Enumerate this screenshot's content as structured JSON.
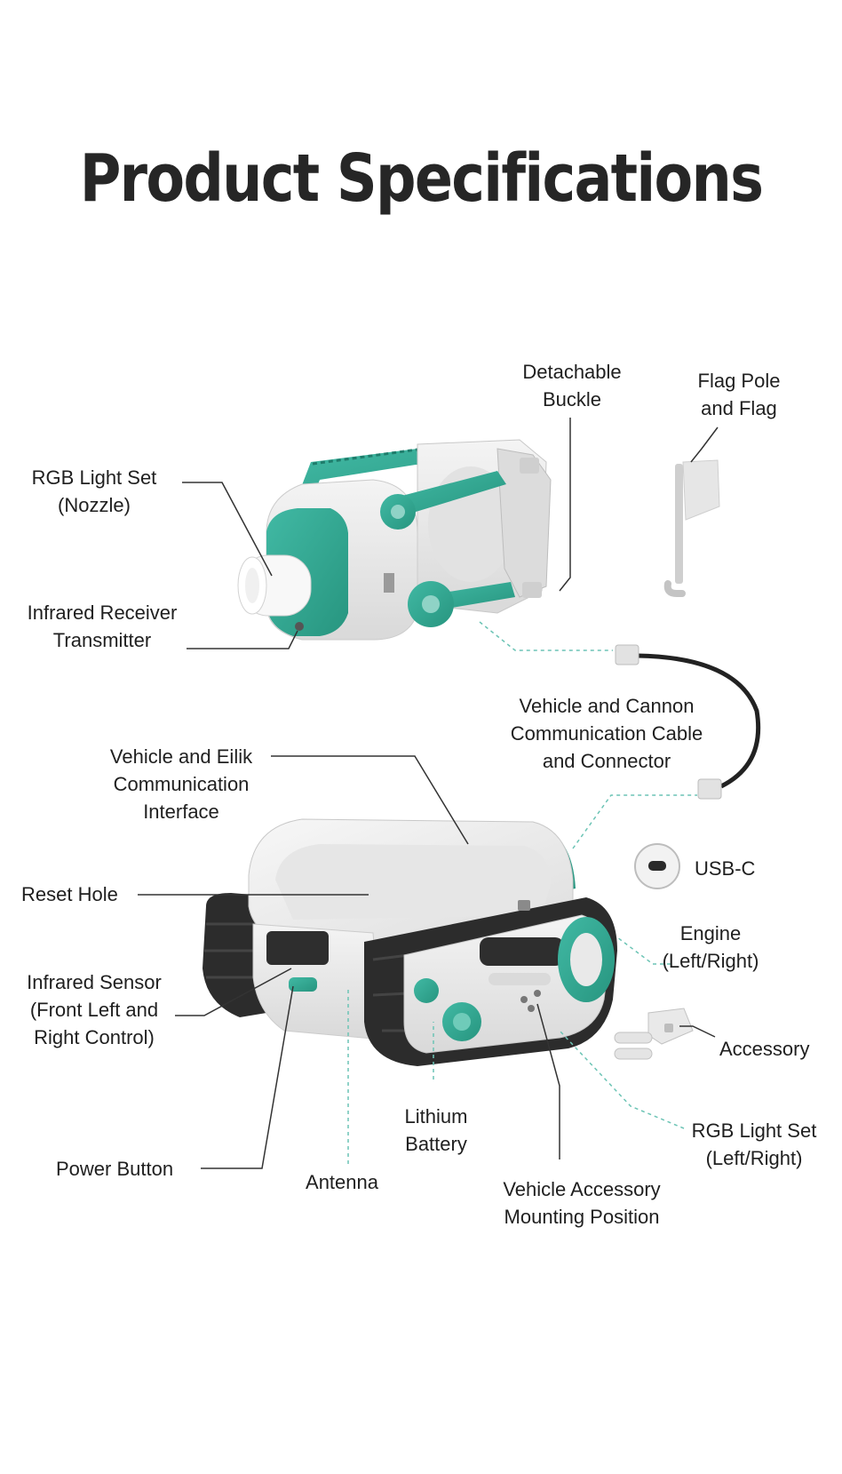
{
  "page": {
    "title": "Product Specifications"
  },
  "colors": {
    "accent": "#2ea894",
    "body_light": "#ebebeb",
    "body_mid": "#d4d4d4",
    "track": "#2c2c2c",
    "text": "#1f1f1f",
    "leader_solid": "#333333",
    "leader_dashed": "#6cc4b5"
  },
  "labels": {
    "rgb_nozzle": [
      "RGB Light Set",
      "(Nozzle)"
    ],
    "ir_receiver": [
      "Infrared Receiver",
      "Transmitter"
    ],
    "buckle": [
      "Detachable",
      "Buckle"
    ],
    "flag": [
      "Flag Pole",
      "and Flag"
    ],
    "cable": [
      "Vehicle and Cannon",
      "Communication Cable",
      "and Connector"
    ],
    "eilik": [
      "Vehicle and Eilik",
      "Communication",
      "Interface"
    ],
    "usbc": [
      "USB-C"
    ],
    "reset": [
      "Reset Hole"
    ],
    "engine": [
      "Engine",
      "(Left/Right)"
    ],
    "ir_sensor": [
      "Infrared Sensor",
      "(Front Left and",
      "Right Control)"
    ],
    "accessory": [
      "Accessory"
    ],
    "battery": [
      "Lithium",
      "Battery"
    ],
    "rgb_side": [
      "RGB Light Set",
      "(Left/Right)"
    ],
    "power": [
      "Power Button"
    ],
    "antenna": [
      "Antenna"
    ],
    "mount": [
      "Vehicle Accessory",
      "Mounting Position"
    ]
  },
  "icons": {
    "cannon": "water-cannon-module-icon",
    "flag": "flag-pole-icon",
    "cable": "communication-cable-icon",
    "usbc": "usb-c-port-icon",
    "vehicle": "tracked-vehicle-icon",
    "accessory": "accessory-connector-icon"
  }
}
